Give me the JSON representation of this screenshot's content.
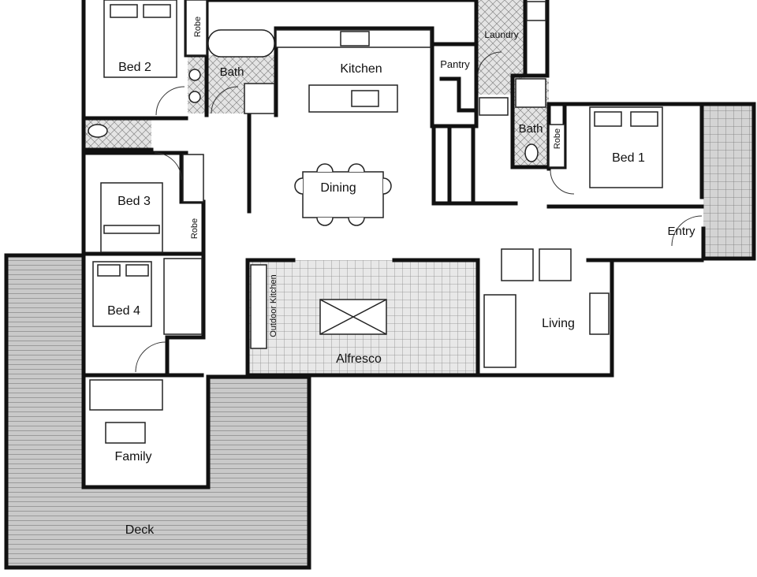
{
  "rooms": {
    "bed2": "Bed 2",
    "bath_top": "Bath",
    "kitchen": "Kitchen",
    "pantry": "Pantry",
    "laundry": "Laundry",
    "bath_right": "Bath",
    "bed1": "Bed 1",
    "dining": "Dining",
    "bed3": "Bed 3",
    "bed4": "Bed 4",
    "entry": "Entry",
    "alfresco": "Alfresco",
    "outdoor_kitchen": "Outdoor Kitchen",
    "living": "Living",
    "family": "Family",
    "deck": "Deck",
    "robe_bed2": "Robe",
    "robe_bed3": "Robe",
    "robe_bed1": "Robe"
  },
  "colors": {
    "wall": "#111111",
    "deck_fill": "#c8c8c8",
    "tile_fill": "#e6e6e6"
  }
}
